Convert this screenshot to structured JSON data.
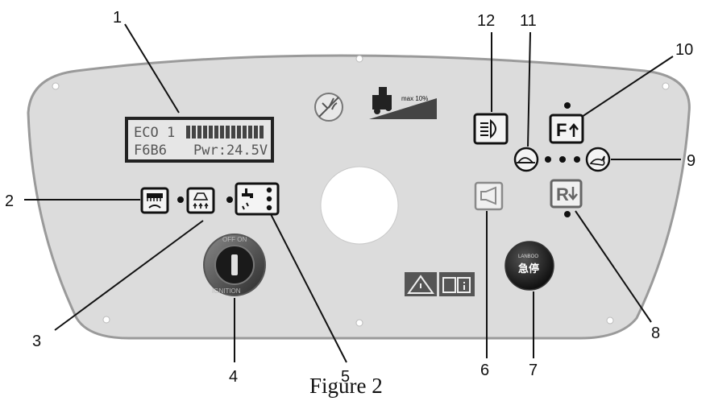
{
  "lcd": {
    "line1": "ECO 1",
    "line2_left": "F6B6",
    "line2_right": "Pwr:24.5V"
  },
  "slope_sign": {
    "text": "max 10%"
  },
  "key_switch": {
    "label_top": "OFF ON",
    "label_bottom": "IGNITION"
  },
  "emergency_stop": {
    "brand": "LANBOO",
    "label": "急停"
  },
  "buttons": {
    "forward": "F",
    "reverse": "R"
  },
  "callouts": [
    "1",
    "2",
    "3",
    "4",
    "5",
    "6",
    "7",
    "8",
    "9",
    "10",
    "11",
    "12"
  ],
  "caption": "Figure 2",
  "colors": {
    "panel_fill": "#dcdcdc",
    "panel_edge": "#9a9a9a",
    "lcd_bg": "#e6e6e6",
    "gray_button": "#8a8a8a"
  }
}
